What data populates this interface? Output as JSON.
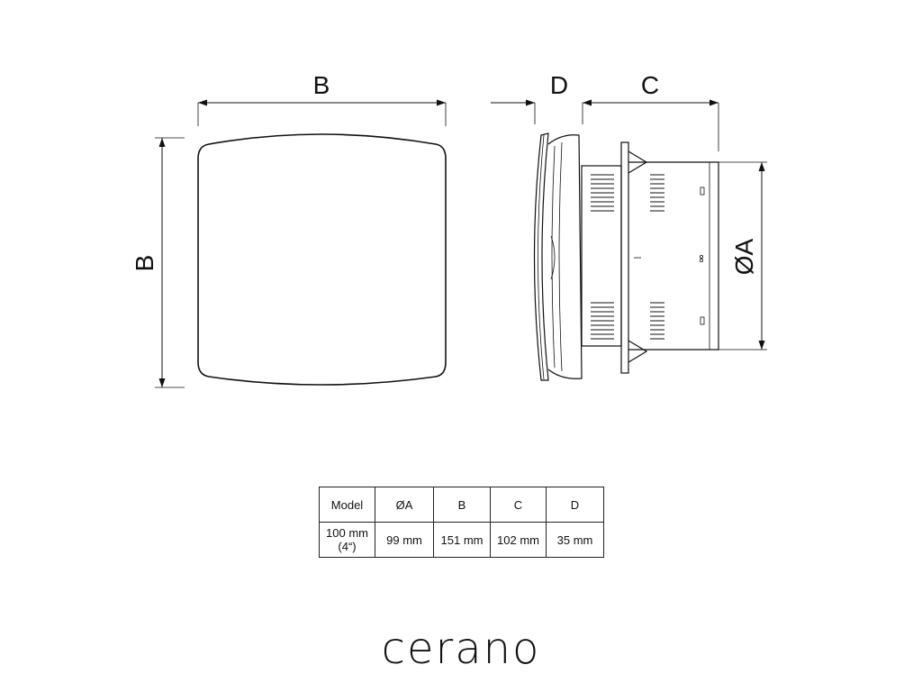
{
  "dimension_labels": {
    "front_width": "B",
    "front_height": "B",
    "side_depth": "D",
    "side_length": "C",
    "duct_diameter": "ØA"
  },
  "spec_table": {
    "headers": [
      "Model",
      "ØA",
      "B",
      "C",
      "D"
    ],
    "row": {
      "model_line1": "100 mm",
      "model_line2": "(4“)",
      "diameter": "99 mm",
      "b": "151 mm",
      "c": "102 mm",
      "d": "35 mm"
    }
  },
  "brand": "cerano"
}
